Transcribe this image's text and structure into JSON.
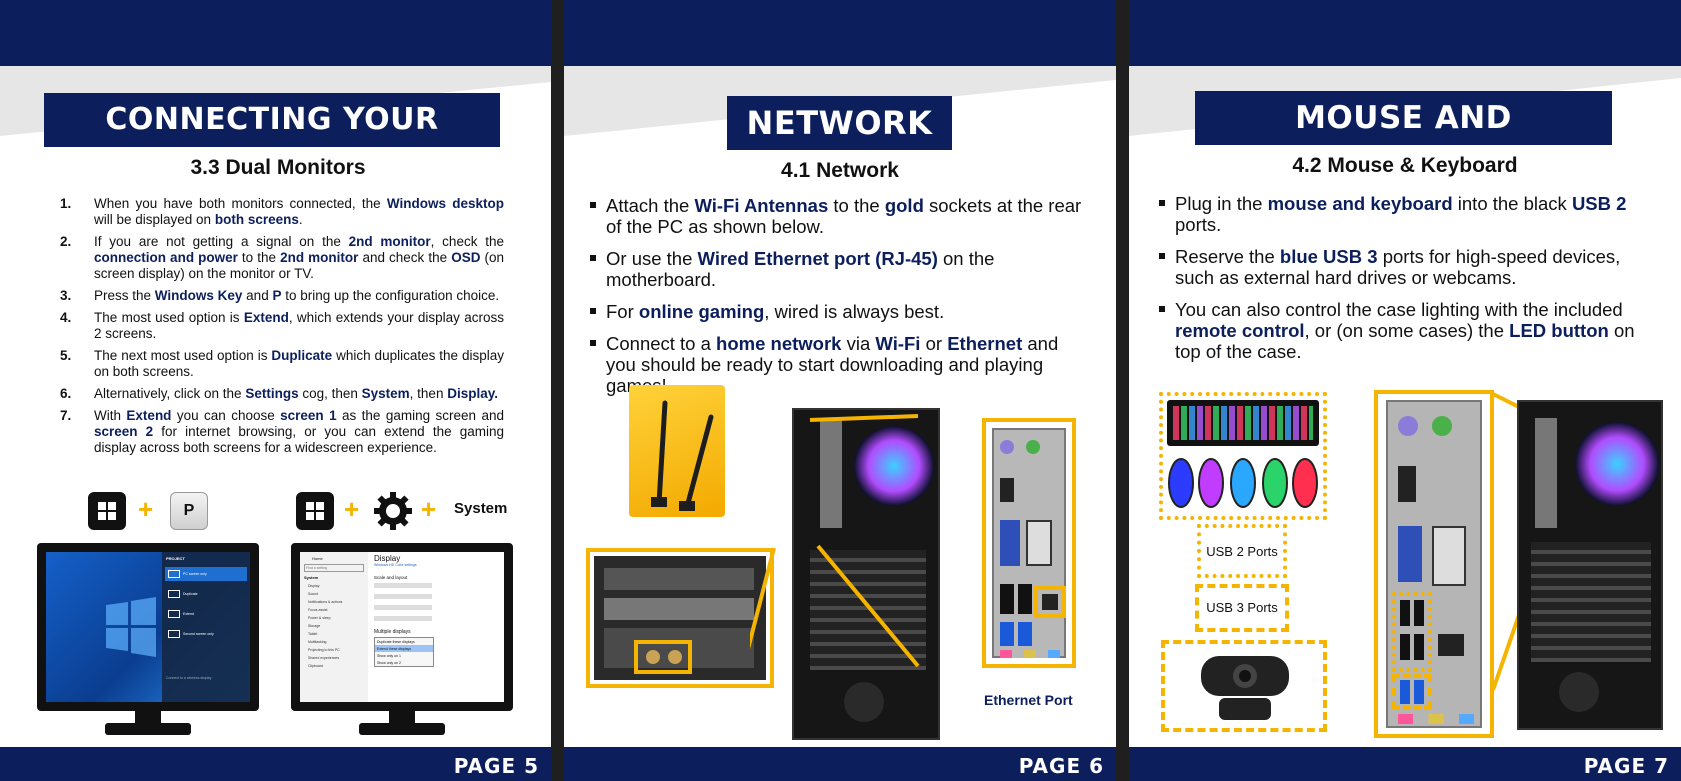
{
  "pages": {
    "p5": {
      "banner": "CONNECTING YOUR MONITOR",
      "subtitle": "3.3  Dual Monitors",
      "page_number": "PAGE 5",
      "items": [
        {
          "n": "1.",
          "parts": [
            [
              "When you have both monitors connected, the ",
              0
            ],
            [
              "Windows desktop",
              1
            ],
            [
              " will be displayed on ",
              0
            ],
            [
              "both screens",
              1
            ],
            [
              ".",
              0
            ]
          ]
        },
        {
          "n": "2.",
          "parts": [
            [
              "If you are not getting a signal on the ",
              0
            ],
            [
              "2nd monitor",
              1
            ],
            [
              ", check the ",
              0
            ],
            [
              "connection and power",
              1
            ],
            [
              " to the ",
              0
            ],
            [
              "2nd monitor",
              1
            ],
            [
              " and check the ",
              0
            ],
            [
              "OSD",
              1
            ],
            [
              " (on screen display) on the monitor or TV.",
              0
            ]
          ]
        },
        {
          "n": "3.",
          "parts": [
            [
              "Press the ",
              0
            ],
            [
              "Windows Key",
              1
            ],
            [
              " and ",
              0
            ],
            [
              "P",
              1
            ],
            [
              " to bring up the configuration choice.",
              0
            ]
          ]
        },
        {
          "n": "4.",
          "parts": [
            [
              "The most used option is ",
              0
            ],
            [
              "Extend",
              1
            ],
            [
              ", which extends your display across 2 screens.",
              0
            ]
          ]
        },
        {
          "n": "5.",
          "parts": [
            [
              "The next most used option is ",
              0
            ],
            [
              "Duplicate",
              1
            ],
            [
              " which duplicates the display on both screens.",
              0
            ]
          ]
        },
        {
          "n": "6.",
          "parts": [
            [
              "Alternatively, click on the ",
              0
            ],
            [
              "Settings",
              1
            ],
            [
              " cog, then ",
              0
            ],
            [
              "System",
              1
            ],
            [
              ", then ",
              0
            ],
            [
              "Display.",
              1
            ]
          ]
        },
        {
          "n": "7.",
          "parts": [
            [
              "With ",
              0
            ],
            [
              "Extend",
              1
            ],
            [
              " you can choose ",
              0
            ],
            [
              "screen 1",
              1
            ],
            [
              " as the gaming screen and ",
              0
            ],
            [
              "screen 2",
              1
            ],
            [
              " for internet browsing, or you can extend the gaming display across both screens for a widescreen experience.",
              0
            ]
          ]
        }
      ],
      "key_p": "P",
      "system_label": "System",
      "project_menu": {
        "title": "PROJECT",
        "options": [
          "PC screen only",
          "Duplicate",
          "Extend",
          "Second screen only"
        ],
        "footer": "Connect to a wireless display"
      },
      "settings": {
        "home": "Home",
        "search": "Find a setting",
        "section": "System",
        "nav": [
          "Display",
          "Sound",
          "Notifications & actions",
          "Focus assist",
          "Power & sleep",
          "Storage",
          "Tablet",
          "Multitasking",
          "Projecting to this PC",
          "Shared experiences",
          "Clipboard"
        ],
        "title": "Display",
        "link": "Windows HD Color settings",
        "scale": "Scale and layout",
        "multiple": "Multiple displays",
        "options": [
          "Duplicate these displays",
          "Extend these displays",
          "Show only on 1",
          "Show only on 2"
        ]
      }
    },
    "p6": {
      "banner": "NETWORK",
      "subtitle": "4.1 Network",
      "page_number": "PAGE 6",
      "bullets": [
        [
          [
            "Attach the ",
            0
          ],
          [
            "Wi-Fi Antennas",
            1
          ],
          [
            " to the ",
            0
          ],
          [
            "gold",
            1
          ],
          [
            " sockets at the rear of the PC as shown below.",
            0
          ]
        ],
        [
          [
            "Or use the ",
            0
          ],
          [
            "Wired Ethernet port (RJ-45)",
            1
          ],
          [
            " on the motherboard.",
            0
          ]
        ],
        [
          [
            "For ",
            0
          ],
          [
            "online gaming",
            1
          ],
          [
            ", wired is always best.",
            0
          ]
        ],
        [
          [
            "Connect to a ",
            0
          ],
          [
            "home network",
            1
          ],
          [
            " via ",
            0
          ],
          [
            "Wi-Fi",
            1
          ],
          [
            " or ",
            0
          ],
          [
            "Ethernet",
            1
          ],
          [
            " and you should be ready to start downloading and playing games!",
            0
          ]
        ]
      ],
      "ethernet_label": "Ethernet Port"
    },
    "p7": {
      "banner": "MOUSE AND KEYBOARD",
      "subtitle": "4.2 Mouse & Keyboard",
      "page_number": "PAGE 7",
      "bullets": [
        [
          [
            "Plug in the ",
            0
          ],
          [
            "mouse and keyboard",
            1
          ],
          [
            " into the black ",
            0
          ],
          [
            "USB 2",
            1
          ],
          [
            " ports.",
            0
          ]
        ],
        [
          [
            "Reserve the ",
            0
          ],
          [
            "blue USB 3",
            1
          ],
          [
            " ports for high-speed devices, such as external hard drives or webcams.",
            0
          ]
        ],
        [
          [
            "You can also control the case lighting with the included ",
            0
          ],
          [
            "remote control",
            1
          ],
          [
            ", or (on some cases) the ",
            0
          ],
          [
            "LED button",
            1
          ],
          [
            " on top of the case.",
            0
          ]
        ]
      ],
      "usb2_label": "USB 2 Ports",
      "usb3_label": "USB 3 Ports"
    }
  },
  "colors": {
    "navy": "#0c1f5c",
    "gold": "#f5b400"
  }
}
